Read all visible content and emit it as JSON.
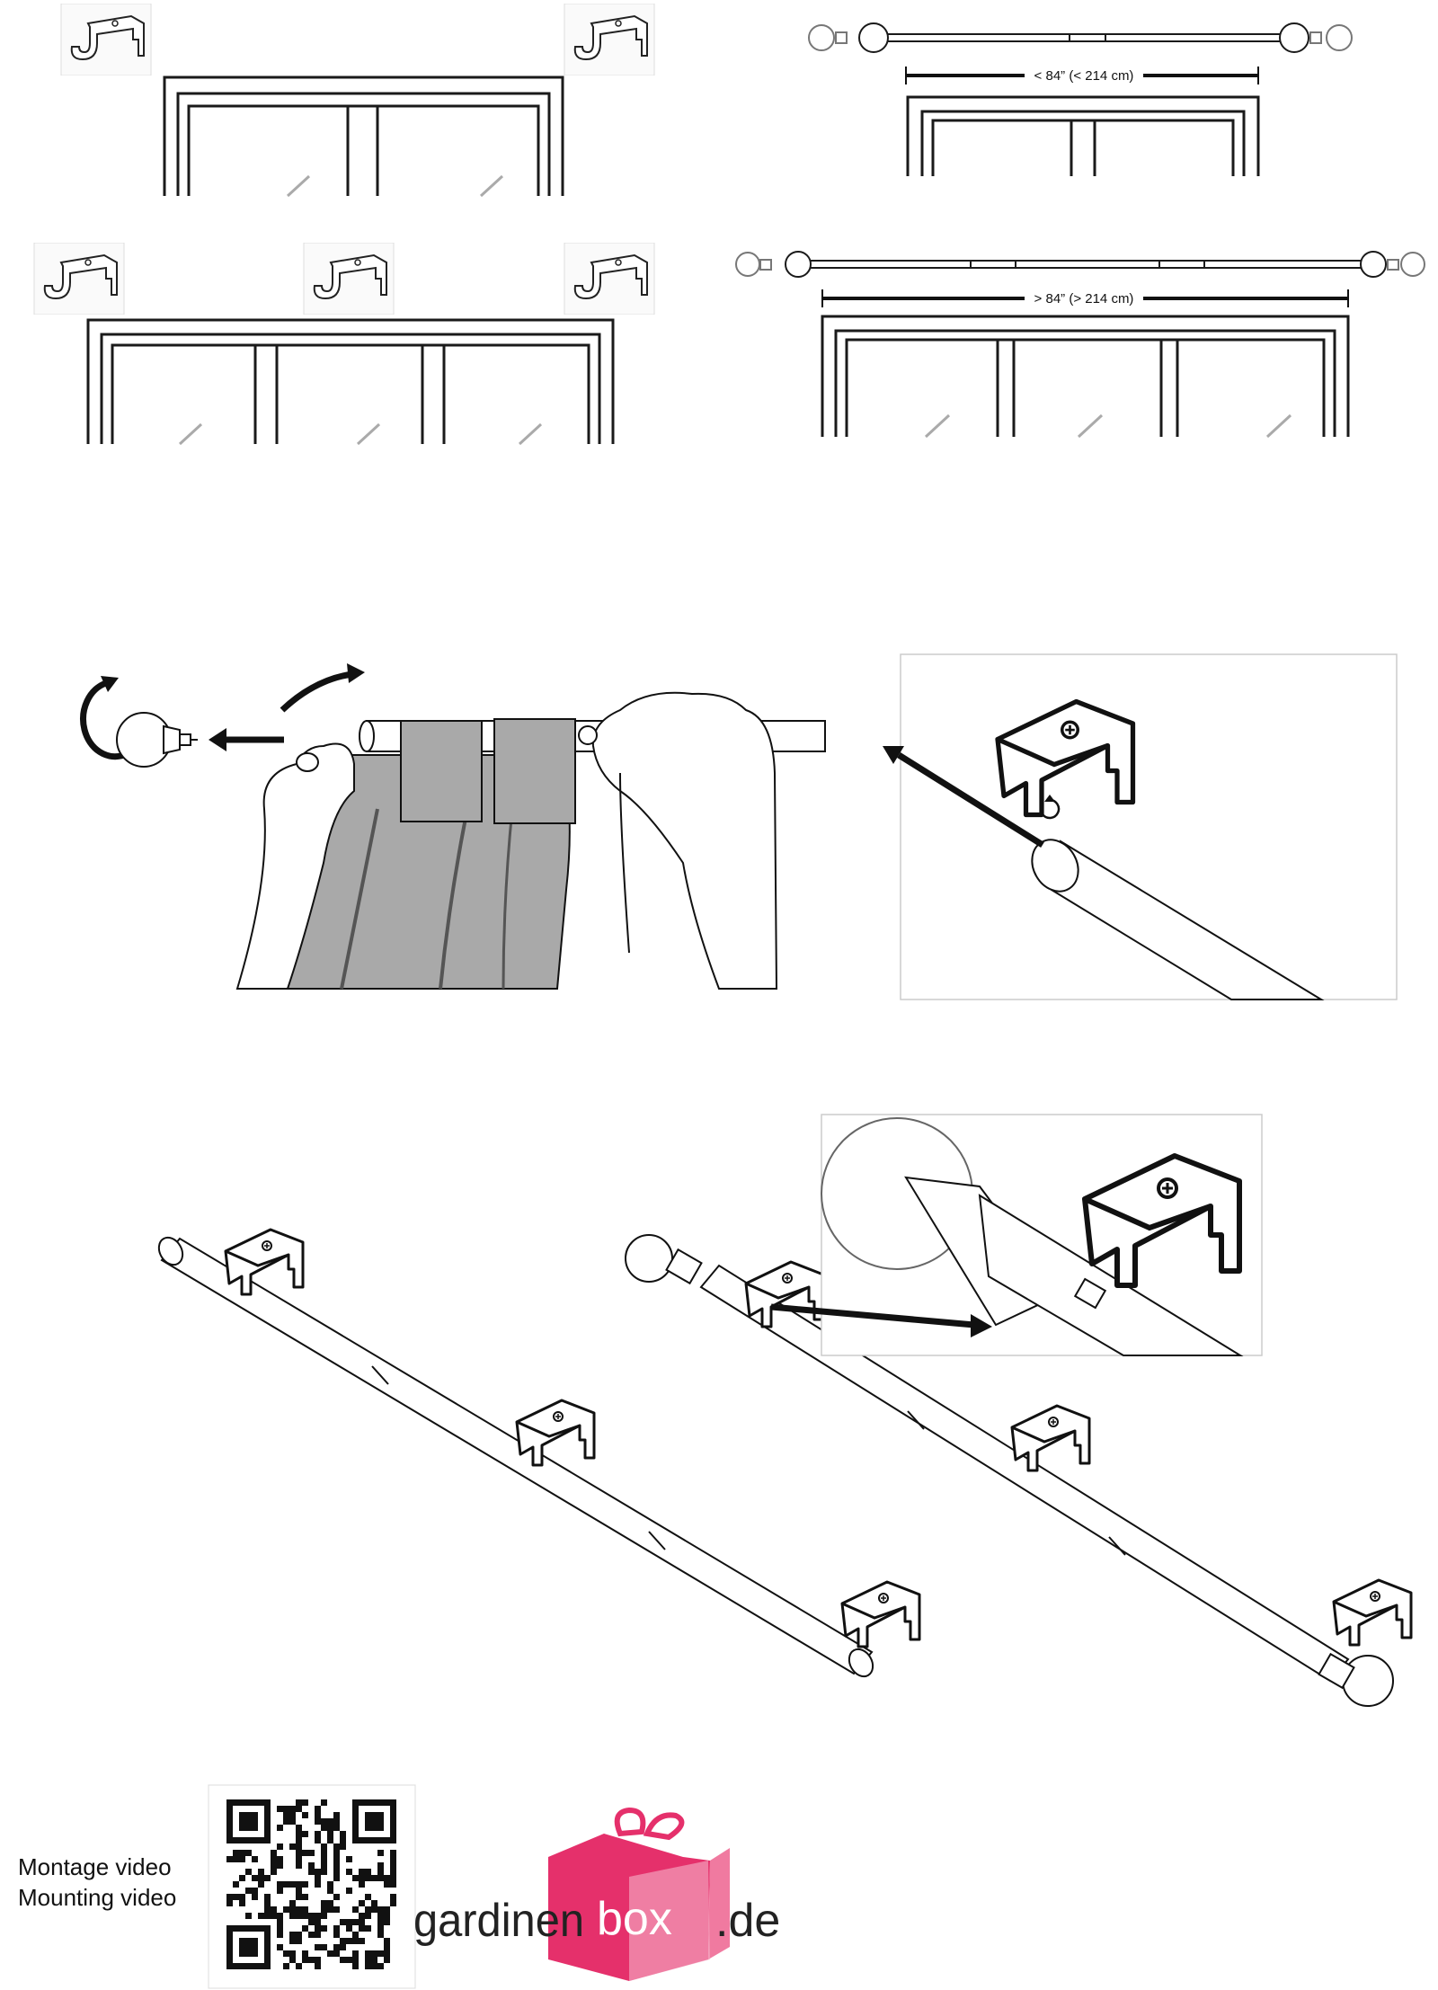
{
  "dimensions": {
    "short": "< 84” (< 214 cm)",
    "long": "> 84” (> 214 cm)"
  },
  "footer": {
    "caption_de": "Montage video",
    "caption_en": "Mounting video",
    "logo_word": "gardinen",
    "logo_box": "box",
    "logo_tld": ".de"
  },
  "icons": {
    "bracket": "window-bracket-icon",
    "finial": "finial-ball-icon",
    "qr": "qr-code-icon",
    "gift": "gift-box-logo-icon"
  },
  "colors": {
    "line": "#1a1a1a",
    "curtain": "#a9a9a9",
    "brand_pink": "#e5306b"
  }
}
